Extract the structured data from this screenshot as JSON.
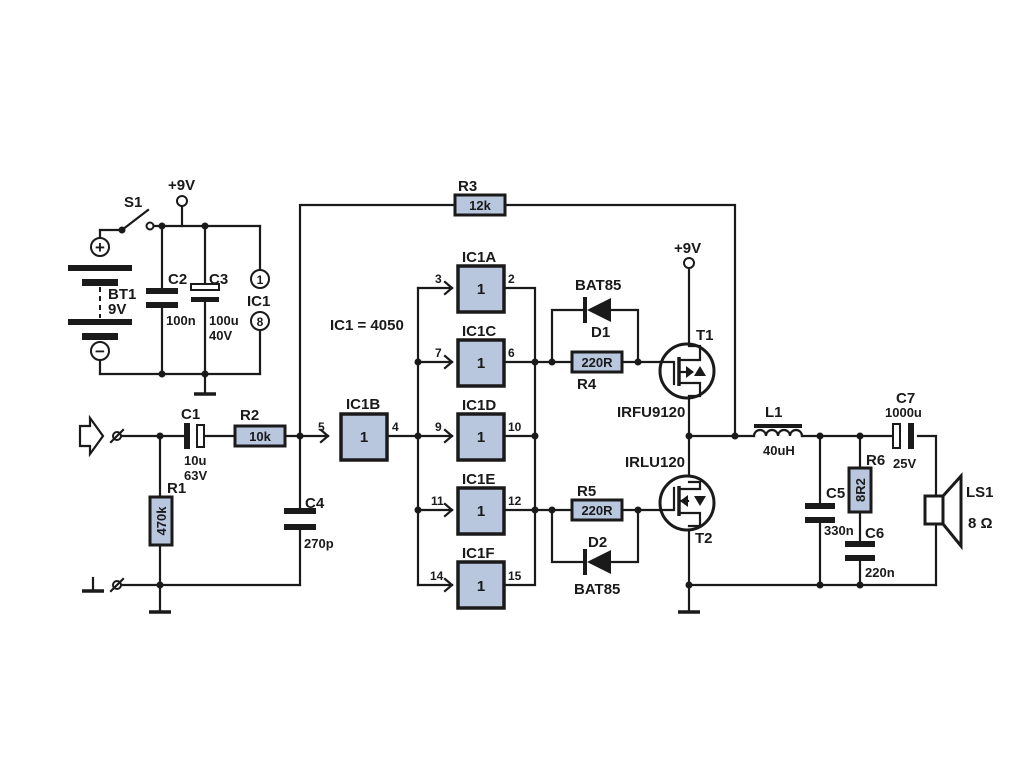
{
  "ic_note": "IC1 = 4050",
  "supply": {
    "pos_top": "+9V",
    "pos_right": "+9V"
  },
  "switch": "S1",
  "battery": {
    "ref": "BT1",
    "value": "9V",
    "plus": "+",
    "minus": "−"
  },
  "ic1_pins": {
    "ref": "IC1",
    "pin1": "1",
    "pin8": "8"
  },
  "gates": {
    "a": {
      "ref": "IC1A",
      "label": "1",
      "in": "3",
      "out": "2"
    },
    "b": {
      "ref": "IC1B",
      "label": "1",
      "in": "5",
      "out": "4"
    },
    "c": {
      "ref": "IC1C",
      "label": "1",
      "in": "7",
      "out": "6"
    },
    "d": {
      "ref": "IC1D",
      "label": "1",
      "in": "9",
      "out": "10"
    },
    "e": {
      "ref": "IC1E",
      "label": "1",
      "in": "11",
      "out": "12"
    },
    "f": {
      "ref": "IC1F",
      "label": "1",
      "in": "14",
      "out": "15"
    }
  },
  "resistors": {
    "r1": {
      "ref": "R1",
      "value": "470k"
    },
    "r2": {
      "ref": "R2",
      "value": "10k"
    },
    "r3": {
      "ref": "R3",
      "value": "12k"
    },
    "r4": {
      "ref": "R4",
      "value": "220R"
    },
    "r5": {
      "ref": "R5",
      "value": "220R"
    },
    "r6": {
      "ref": "R6",
      "value": "8R2"
    }
  },
  "capacitors": {
    "c1": {
      "ref": "C1",
      "value": "10u",
      "voltage": "63V"
    },
    "c2": {
      "ref": "C2",
      "value": "100n"
    },
    "c3": {
      "ref": "C3",
      "value": "100u",
      "voltage": "40V"
    },
    "c4": {
      "ref": "C4",
      "value": "270p"
    },
    "c5": {
      "ref": "C5",
      "value": "330n"
    },
    "c6": {
      "ref": "C6",
      "value": "220n"
    },
    "c7": {
      "ref": "C7",
      "value": "1000u",
      "voltage": "25V"
    }
  },
  "diodes": {
    "d1": {
      "ref": "D1",
      "part": "BAT85"
    },
    "d2": {
      "ref": "D2",
      "part": "BAT85"
    }
  },
  "transistors": {
    "t1": {
      "ref": "T1",
      "part": "IRFU9120"
    },
    "t2": {
      "ref": "T2",
      "part": "IRLU120"
    }
  },
  "inductor": {
    "ref": "L1",
    "value": "40uH"
  },
  "speaker": {
    "ref": "LS1",
    "value": "8 Ω"
  }
}
